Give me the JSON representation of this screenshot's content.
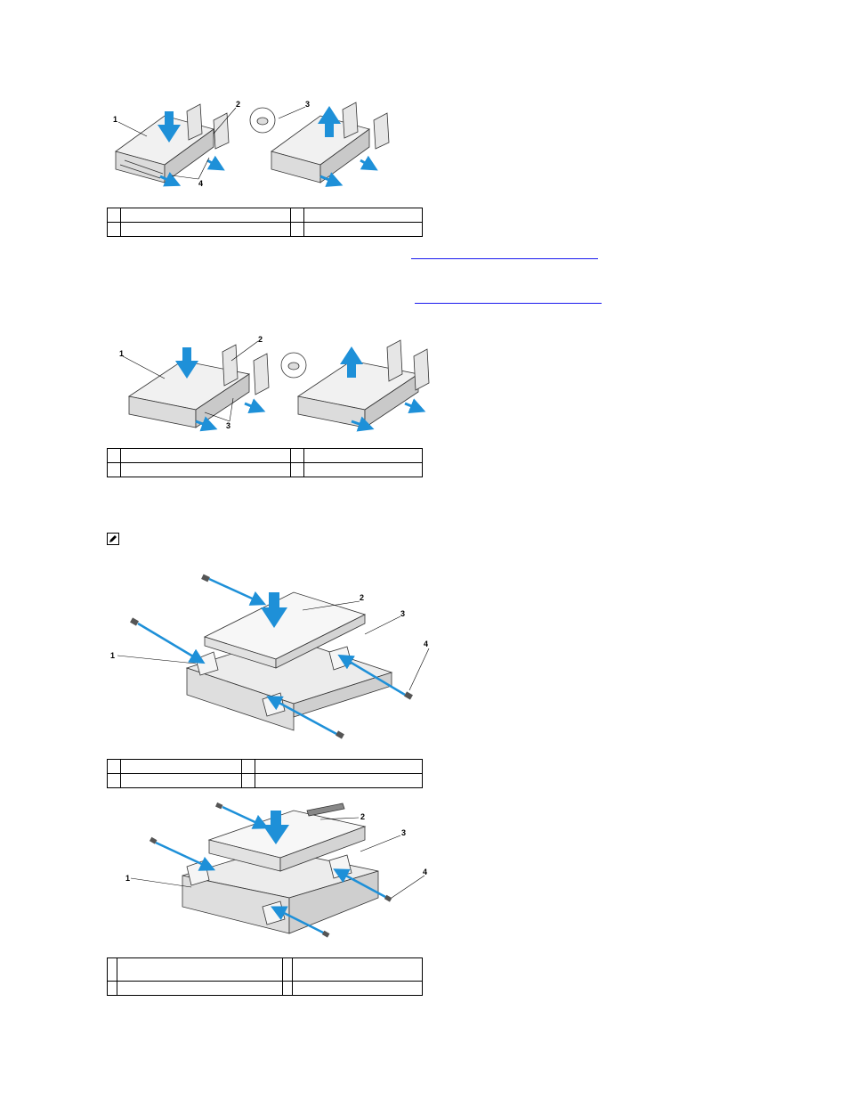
{
  "figures": [
    {
      "id": "fig1",
      "callouts": [
        "1",
        "2",
        "3",
        "4"
      ]
    },
    {
      "id": "fig2",
      "callouts": [
        "1",
        "2",
        "3"
      ]
    },
    {
      "id": "fig3",
      "callouts": [
        "1",
        "2",
        "3",
        "4"
      ]
    },
    {
      "id": "fig4",
      "callouts": [
        "1",
        "2",
        "3",
        "4"
      ]
    }
  ],
  "colors": {
    "arrow": "#1e90d8",
    "link": "#1a1aee"
  },
  "icons": {
    "note": "note-pencil-icon"
  }
}
